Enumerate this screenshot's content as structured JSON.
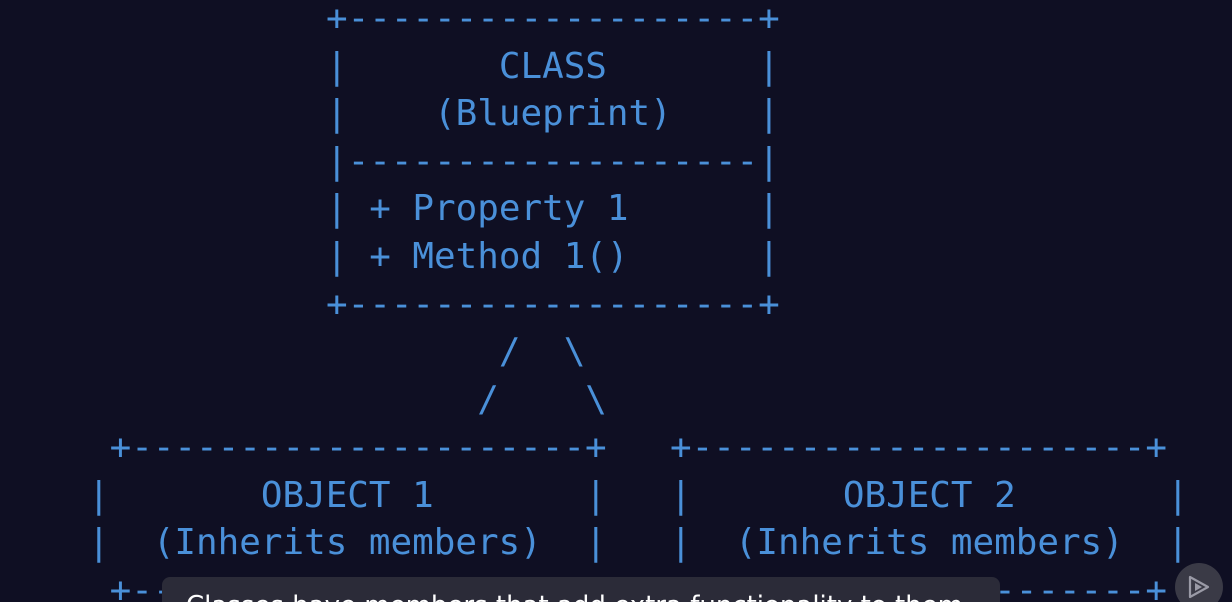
{
  "diagram": {
    "class_box": {
      "lines": [
        "+-------------------+",
        "|       CLASS       |",
        "|    (Blueprint)    |",
        "|-------------------|",
        "| + Property 1      |",
        "| + Method 1()      |",
        "+-------------------+"
      ]
    },
    "connector": {
      "lines": [
        "        /  \\",
        "       /    \\"
      ]
    },
    "object_1": {
      "lines": [
        " +---------------------+",
        "|       OBJECT 1       |",
        "|  (Inherits members)  |",
        " +---------------------+"
      ]
    },
    "object_2": {
      "lines": [
        "+---------------------+",
        "|       OBJECT 2       |",
        "|  (Inherits members)  |",
        "+---------------------+"
      ]
    }
  },
  "caption": {
    "text": "Classes have members that add extra functionality to them"
  },
  "player": {
    "badge_icon": "play-icon"
  },
  "colors": {
    "background": "#0f0f23",
    "diagram_text": "#4a90d9",
    "caption_bg": "#2b2b38",
    "caption_text": "#ffffff"
  }
}
